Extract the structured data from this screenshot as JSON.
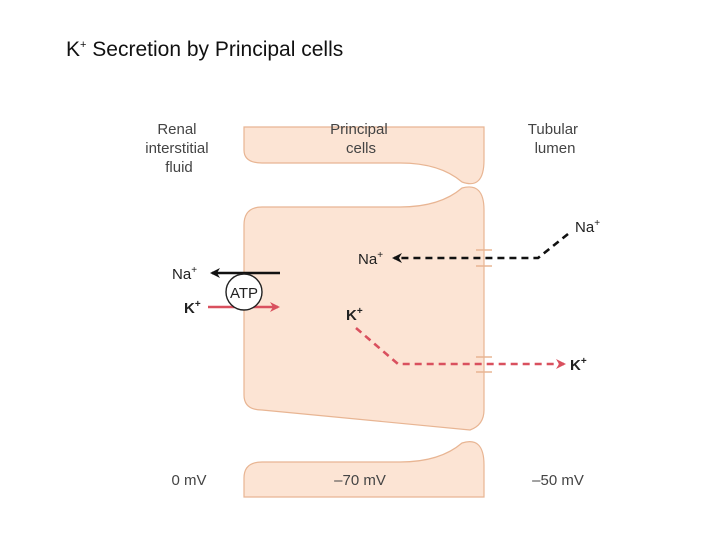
{
  "title": {
    "main": "K",
    "sup": "+",
    "rest": " Secretion by Principal cells"
  },
  "regions": {
    "interstitial": [
      "Renal",
      "interstitial",
      "fluid"
    ],
    "principal": [
      "Principal",
      "cells"
    ],
    "lumen": [
      "Tubular",
      "lumen"
    ]
  },
  "ions": {
    "na_base": "Na",
    "k_base": "K",
    "plus": "+"
  },
  "pump": {
    "label": "ATP"
  },
  "potentials": {
    "interstitial": "0 mV",
    "cell": "–70 mV",
    "lumen": "–50 mV"
  },
  "colors": {
    "cell_fill": "#fce4d4",
    "cell_stroke": "#e8b593",
    "potassium": "#d9505e",
    "sodium": "#111111"
  }
}
